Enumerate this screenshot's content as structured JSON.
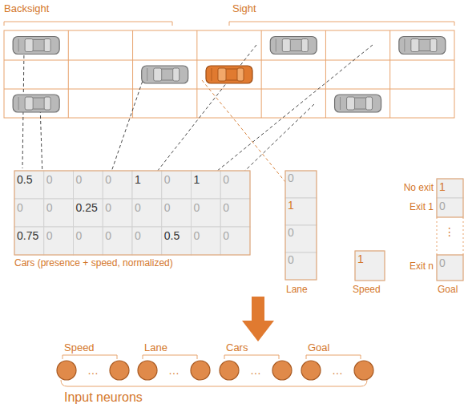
{
  "diagram": {
    "labels": [
      "Backsight",
      "Sight",
      "0.5",
      "0",
      "0",
      "0",
      "1",
      "0",
      "1",
      "0",
      "0",
      "0",
      "0.25",
      "0",
      "0",
      "0",
      "0",
      "0",
      "0.75",
      "0",
      "0",
      "0",
      "0",
      "0.5",
      "0",
      "0",
      "Cars (presence + speed, normalized)",
      "0",
      "1",
      "0",
      "0",
      "Lane",
      "1",
      "Speed",
      "No exit",
      "1",
      "Exit 1",
      "0",
      "⋮",
      "Exit n",
      "0",
      "Goal",
      "Speed",
      "…",
      "Lane",
      "…",
      "Cars",
      "…",
      "Goal",
      "…",
      "Input neurons"
    ]
  }
}
